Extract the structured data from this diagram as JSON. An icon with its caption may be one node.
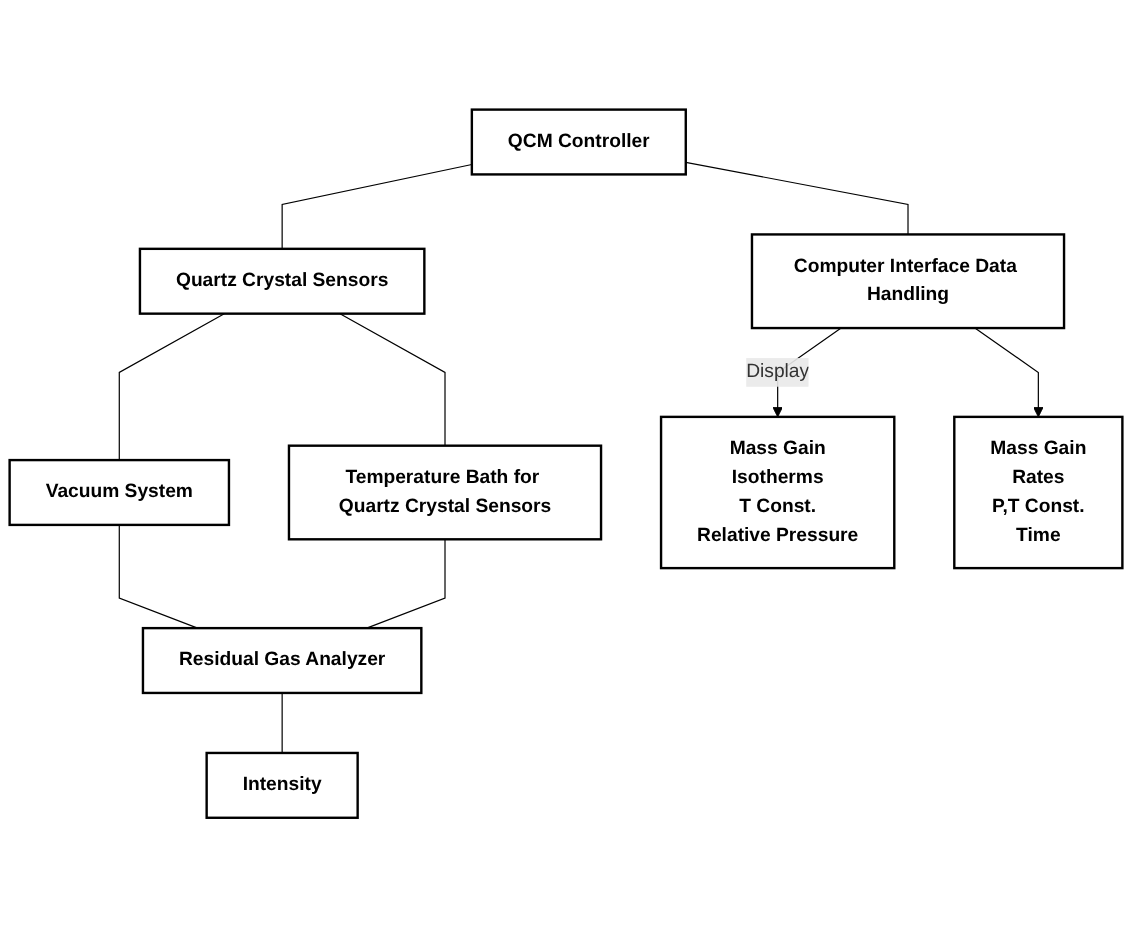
{
  "diagram": {
    "nodes": [
      {
        "text": [
          "QCM Controller"
        ]
      },
      {
        "text": [
          "Quartz Crystal Sensors"
        ]
      },
      {
        "text": [
          "Vacuum System"
        ]
      },
      {
        "text": [
          "Computer Interface Data Handling"
        ]
      },
      {
        "text": [
          "Temperature Bath for Quartz Crystal Sensors"
        ]
      },
      {
        "text": [
          "Residual Gas Analyzer"
        ]
      },
      {
        "text": [
          "Mass Gain",
          "Isotherms",
          "T Const.",
          "Relative Pressure"
        ]
      },
      {
        "text": [
          "Mass Gain",
          "Rates",
          "P,T Const.",
          "Time"
        ]
      },
      {
        "text": [
          "Intensity"
        ]
      }
    ],
    "edges": [
      {
        "from": 0,
        "to": 1,
        "arrow": "none"
      },
      {
        "from": 1,
        "to": 2,
        "arrow": "none"
      },
      {
        "from": 0,
        "to": 3,
        "arrow": "none"
      },
      {
        "from": 1,
        "to": 4,
        "arrow": "none"
      },
      {
        "from": 2,
        "to": 5,
        "arrow": "none"
      },
      {
        "from": 4,
        "to": 5,
        "arrow": "none"
      },
      {
        "from": 3,
        "to": 6,
        "arrow": "to",
        "label": "Display"
      },
      {
        "from": 3,
        "to": 7,
        "arrow": "to"
      },
      {
        "from": 5,
        "to": 8,
        "arrow": "none"
      }
    ]
  }
}
